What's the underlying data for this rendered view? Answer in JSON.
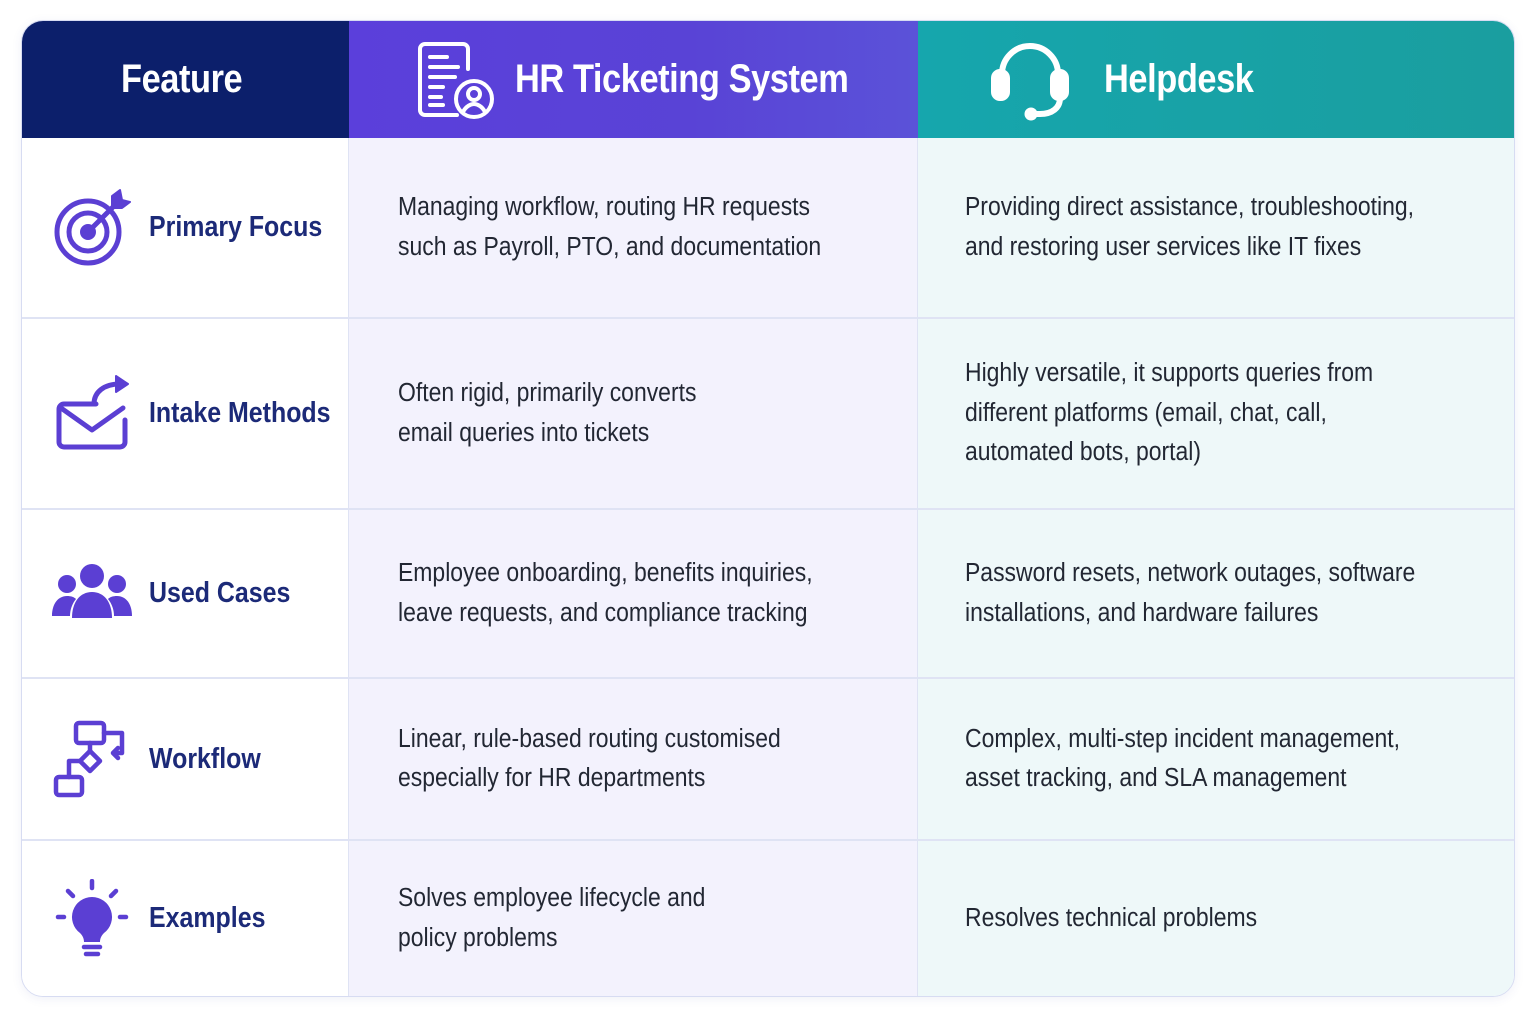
{
  "header": {
    "feature": "Feature",
    "hr_title": "HR Ticketing System",
    "helpdesk_title": "Helpdesk"
  },
  "colors": {
    "navy": "#0c1f6b",
    "purple": "#5943d6",
    "teal": "#1a9e9f",
    "icon_purple": "#5b3fd3",
    "label_navy": "#1c2a78"
  },
  "rows": [
    {
      "feature": "Primary Focus",
      "icon": "target-arrow-icon",
      "hr": "Managing workflow, routing HR requests\nsuch as Payroll, PTO, and documentation",
      "helpdesk": "Providing direct assistance, troubleshooting,\nand restoring user services like IT fixes"
    },
    {
      "feature": "Intake Methods",
      "icon": "envelope-forward-icon",
      "hr": "Often rigid, primarily converts\nemail queries into tickets",
      "helpdesk": "Highly versatile, it supports queries from\ndifferent platforms (email, chat, call,\nautomated bots, portal)"
    },
    {
      "feature": "Used Cases",
      "icon": "people-group-icon",
      "hr": "Employee onboarding, benefits inquiries,\nleave requests, and compliance tracking",
      "helpdesk": "Password resets, network outages, software\ninstallations, and hardware failures"
    },
    {
      "feature": "Workflow",
      "icon": "flowchart-icon",
      "hr": "Linear, rule-based routing customised\nespecially for HR departments",
      "helpdesk": "Complex, multi-step incident management,\nasset tracking, and SLA management"
    },
    {
      "feature": "Examples",
      "icon": "lightbulb-icon",
      "hr": "Solves employee lifecycle and\npolicy problems",
      "helpdesk": "Resolves technical problems"
    }
  ]
}
